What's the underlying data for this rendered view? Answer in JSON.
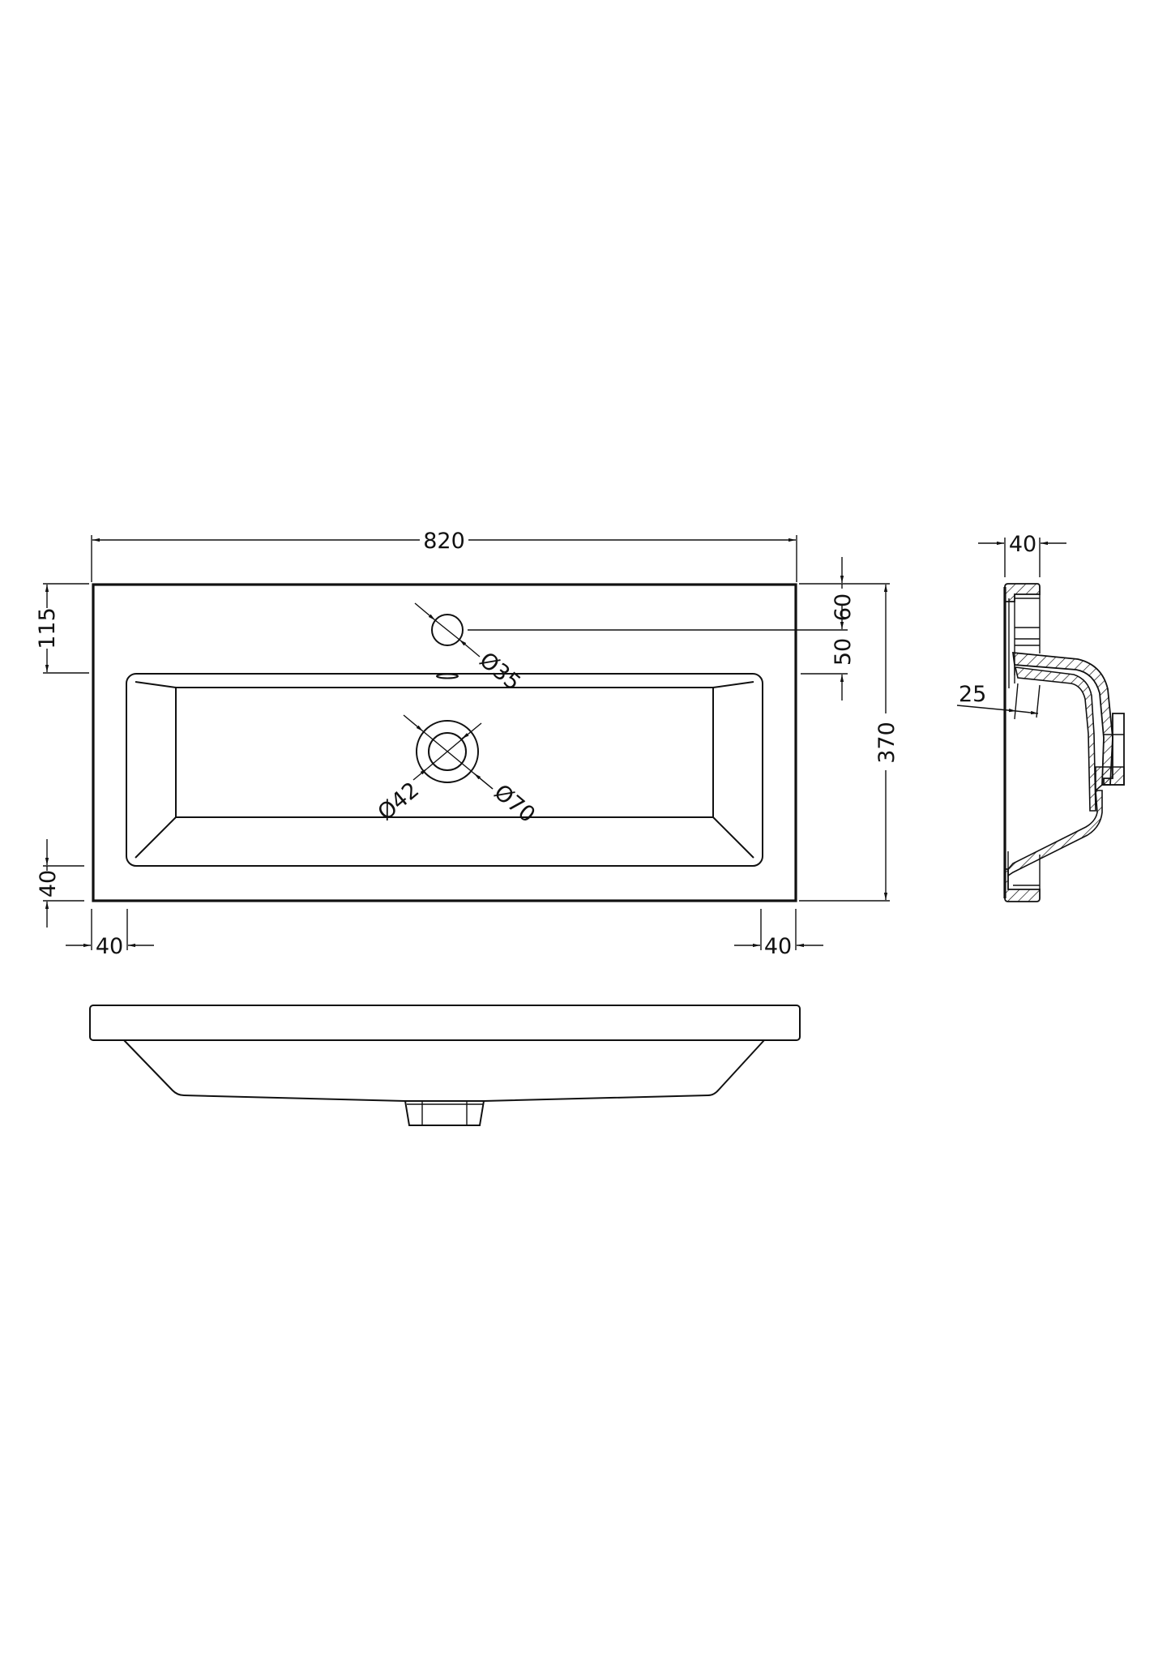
{
  "drawing": {
    "type": "technical-drawing",
    "subject": "rectangular basin (inset vanity sink) - plan, side section and front elevation",
    "units": "mm",
    "line_color": "#111111",
    "background": "#ffffff"
  },
  "plan_view": {
    "overall_width": "820",
    "overall_depth": "370",
    "tap_hole_offset_from_back": "115",
    "front_rim": "40",
    "left_rim": "40",
    "right_rim": "40",
    "tap_hole_to_back_edge": "60",
    "tap_hole_to_bowl_edge": "50",
    "tap_hole_diameter": "Ø35",
    "waste_inner_diameter": "Ø42",
    "waste_outer_diameter": "Ø70"
  },
  "side_section": {
    "rim_thickness": "40",
    "overflow_offset": "25"
  },
  "front_elevation": {
    "label": ""
  }
}
